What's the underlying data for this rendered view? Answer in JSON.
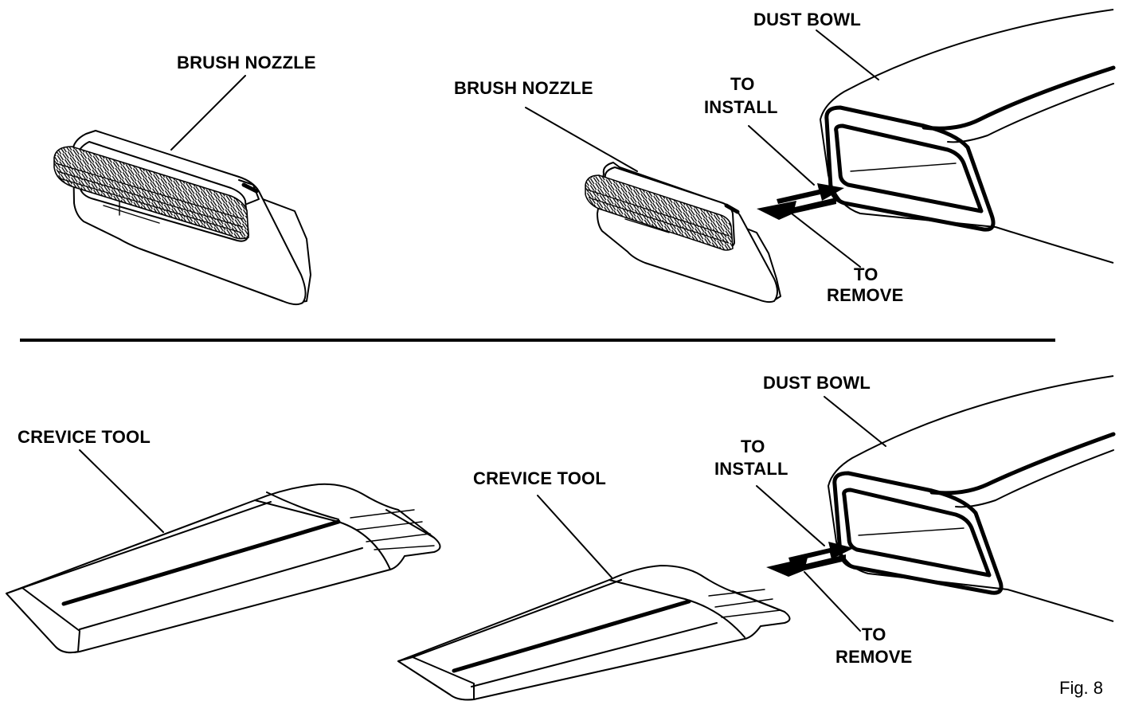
{
  "top_panel": {
    "left_label": "BRUSH NOZZLE",
    "mid_label": "BRUSH NOZZLE",
    "bowl_label": "DUST BOWL",
    "install_line1": "TO",
    "install_line2": "INSTALL",
    "remove_line1": "TO",
    "remove_line2": "REMOVE"
  },
  "bottom_panel": {
    "left_label": "CREVICE TOOL",
    "mid_label": "CREVICE TOOL",
    "bowl_label": "DUST BOWL",
    "install_line1": "TO",
    "install_line2": "INSTALL",
    "remove_line1": "TO",
    "remove_line2": "REMOVE"
  },
  "figure_number": "Fig. 8"
}
